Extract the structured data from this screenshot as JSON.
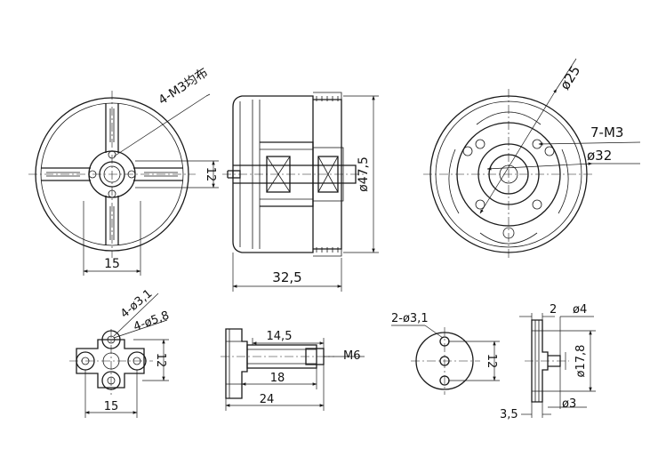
{
  "views": {
    "front": {
      "hole_spec": "4-M3均布",
      "dim_width": "15",
      "dim_height": "12"
    },
    "side": {
      "dim_length": "32,5",
      "dim_diameter": "ø47,5"
    },
    "back": {
      "dim_inner_diameter": "ø25",
      "dim_outer_diameter": "ø32",
      "hole_spec": "7-M3"
    },
    "mount_plate": {
      "hole_spec_small": "4-ø3,1",
      "hole_spec_large": "4-ø5,8",
      "dim_width": "15",
      "dim_height": "12"
    },
    "shaft_adapter": {
      "dim_thread_length": "14,5",
      "thread_spec": "M6",
      "dim_mid_length": "18",
      "dim_total_length": "24"
    },
    "prop_hub": {
      "hole_spec": "2-ø3,1",
      "dim_spacing": "12"
    },
    "collet": {
      "dim_top": "2",
      "dim_shaft": "ø4",
      "dim_outer": "ø17,8",
      "dim_bottom": "3,5",
      "dim_bore": "ø3"
    }
  }
}
